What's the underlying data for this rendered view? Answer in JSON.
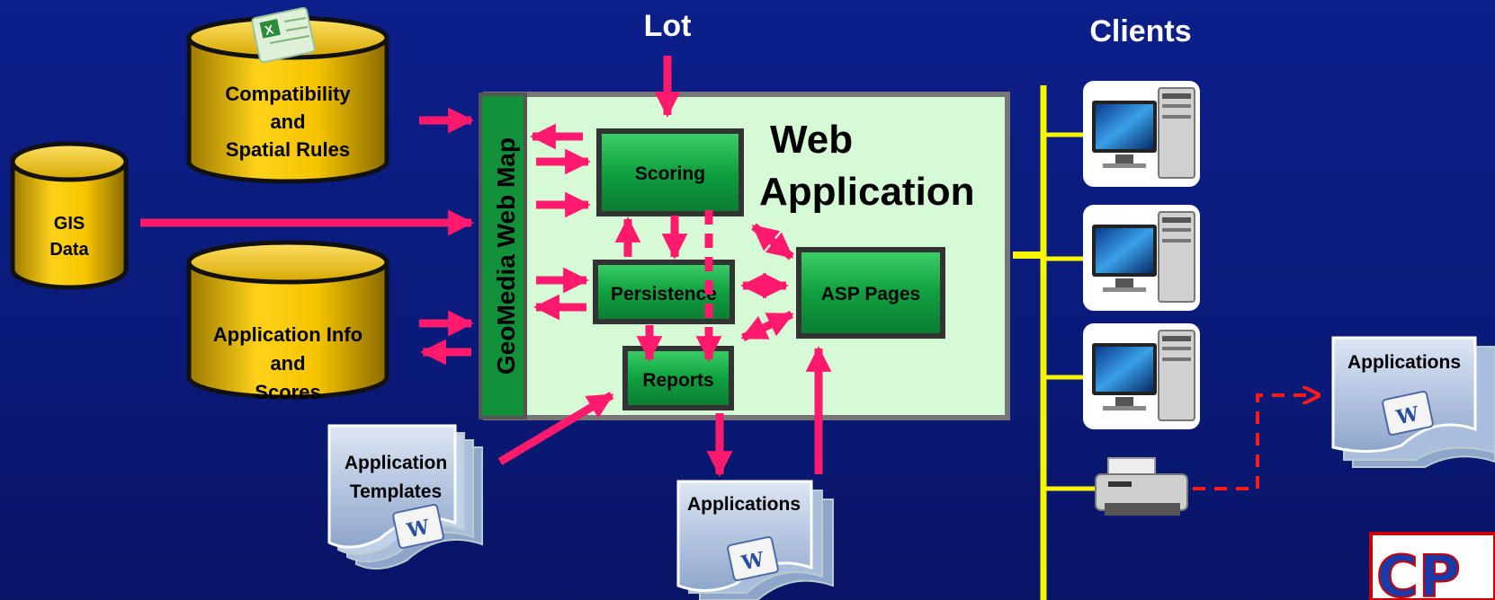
{
  "headings": {
    "lot": "Lot",
    "clients": "Clients"
  },
  "databases": {
    "compat_line1": "Compatibility",
    "compat_line2": "and",
    "compat_line3": "Spatial Rules",
    "gis_line1": "GIS",
    "gis_line2": "Data",
    "appinfo_line1": "Application Info",
    "appinfo_line2": "and",
    "appinfo_line3": "Scores"
  },
  "webapp": {
    "title_line1": "Web",
    "title_line2": "Application",
    "geomedia": "GeoMedia Web Map",
    "scoring": "Scoring",
    "persistence": "Persistence",
    "reports": "Reports",
    "asp": "ASP Pages"
  },
  "documents": {
    "templates_line1": "Application",
    "templates_line2": "Templates",
    "applications_bottom": "Applications",
    "applications_right": "Applications"
  },
  "logo_text": "CP",
  "colors": {
    "background": "#0c1f8a",
    "arrow": "#ff1a6e",
    "panel": "#d6fad6",
    "box_green": "#10a040",
    "cylinder_gold": "#f0c000",
    "bus_yellow": "#ffff33",
    "print_dash": "#ff1a1a"
  }
}
